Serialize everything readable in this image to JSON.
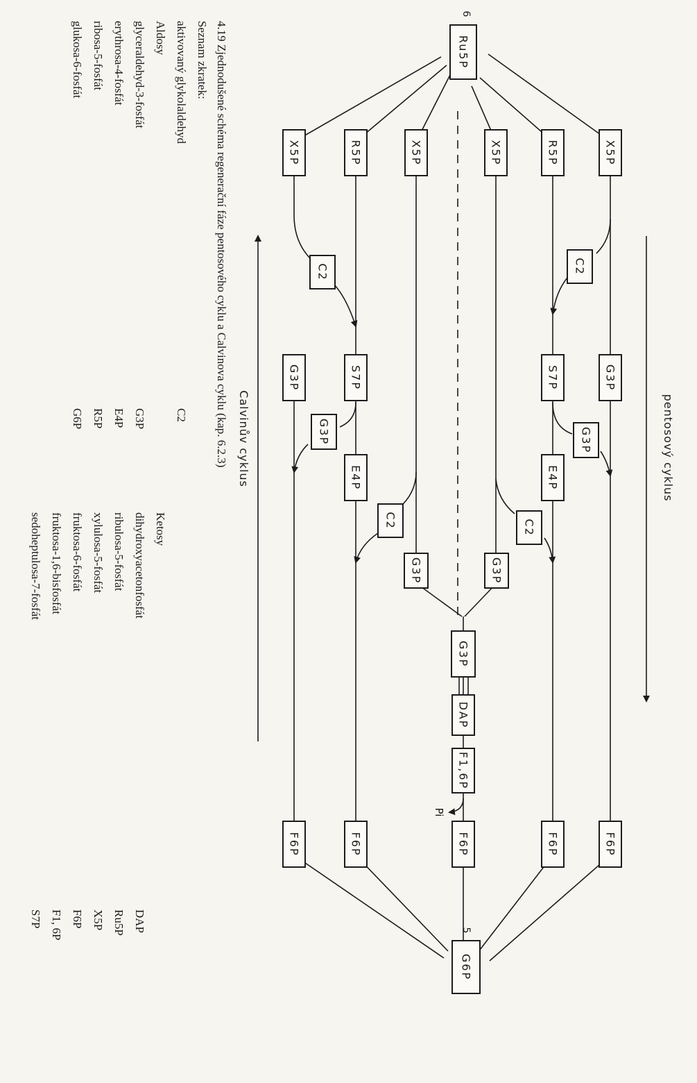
{
  "diagram": {
    "nodes": {
      "ru5p": "Ru5P",
      "ru5p_count": "6",
      "g6p": "G6P",
      "g6p_count": "5",
      "x5p_1": "X5P",
      "r5p_1": "R5P",
      "x5p_2": "X5P",
      "x5p_3": "X5P",
      "r5p_2": "R5P",
      "x5p_4": "X5P",
      "c2_1": "C2",
      "c2_2": "C2",
      "c2_3": "C2",
      "c2_4": "C2",
      "g3p_a": "G3P",
      "s7p_1": "S7P",
      "s7p_2": "S7P",
      "g3p_b": "G3P",
      "g3p_c": "G3P",
      "g3p_d": "G3P",
      "e4p_1": "E4P",
      "e4p_2": "E4P",
      "g3p_e": "G3P",
      "g3p_f": "G3P",
      "g3p_center": "G3P",
      "dap": "DAP",
      "f16p": "F1,6P",
      "pi": "Pi",
      "f6p_1": "F6P",
      "f6p_2": "F6P",
      "f6p_center": "F6P",
      "f6p_3": "F6P",
      "f6p_4": "F6P"
    },
    "cycle_labels": {
      "pentose": "pentosový cyklus",
      "calvin": "Calvinův cyklus"
    }
  },
  "caption": {
    "line1": "4.19 Zjednodušené schéma regenerační fáze pentosového cyklu a Calvinova cyklu (kap. 6.2.3)",
    "line2": "Seznam zkratek:",
    "line3": "aktivovaný glykolaldehyd",
    "c2_abbr": "C2",
    "aldoses_heading": "Aldosy",
    "ketoses_heading": "Ketosy",
    "aldoses": [
      {
        "name": "glyceraldehyd-3-fosfát",
        "abbr": "G3P"
      },
      {
        "name": "erythrosa-4-fosfát",
        "abbr": "E4P"
      },
      {
        "name": "ribosa-5-fosfát",
        "abbr": "R5P"
      },
      {
        "name": "glukosa-6-fosfát",
        "abbr": "G6P"
      }
    ],
    "ketoses": [
      {
        "name": "dihydroxyacetonfosfát",
        "abbr": "DAP"
      },
      {
        "name": "ribulosa-5-fosfát",
        "abbr": "Ru5P"
      },
      {
        "name": "xylulosa-5-fosfát",
        "abbr": "X5P"
      },
      {
        "name": "fruktosa-6-fosfát",
        "abbr": "F6P"
      },
      {
        "name": "fruktosa-1,6-bisfosfát",
        "abbr": "F1, 6P"
      },
      {
        "name": "sedoheptulosa-7-fosfát",
        "abbr": "S7P"
      }
    ]
  }
}
